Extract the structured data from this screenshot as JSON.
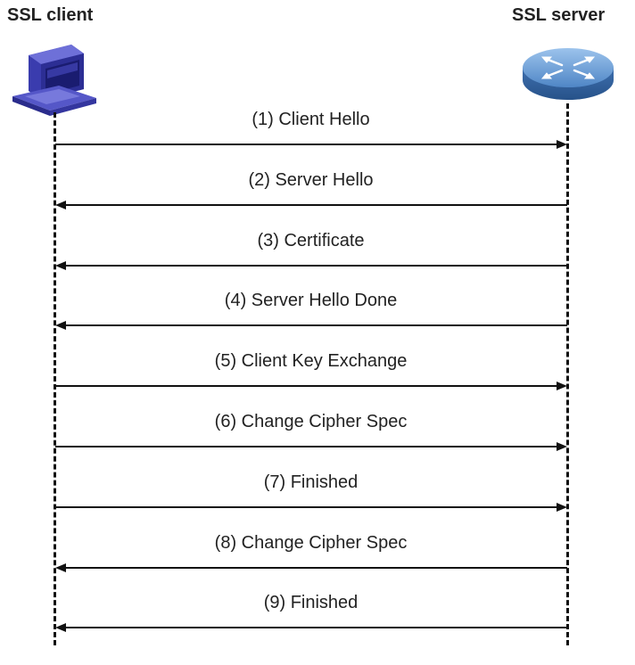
{
  "actors": {
    "client": {
      "label": "SSL client",
      "icon": "computer-icon"
    },
    "server": {
      "label": "SSL server",
      "icon": "router-icon"
    }
  },
  "messages": [
    {
      "label": "(1) Client Hello",
      "direction": "client-to-server"
    },
    {
      "label": "(2) Server Hello",
      "direction": "server-to-client"
    },
    {
      "label": "(3) Certificate",
      "direction": "server-to-client"
    },
    {
      "label": "(4) Server Hello Done",
      "direction": "server-to-client"
    },
    {
      "label": "(5) Client Key Exchange",
      "direction": "client-to-server"
    },
    {
      "label": "(6) Change Cipher Spec",
      "direction": "client-to-server"
    },
    {
      "label": "(7) Finished",
      "direction": "client-to-server"
    },
    {
      "label": "(8) Change Cipher Spec",
      "direction": "server-to-client"
    },
    {
      "label": "(9) Finished",
      "direction": "server-to-client"
    }
  ],
  "colors": {
    "line": "#111111",
    "client_icon_blue": "#3d3fb0",
    "server_icon_blue": "#5b8ec9"
  }
}
